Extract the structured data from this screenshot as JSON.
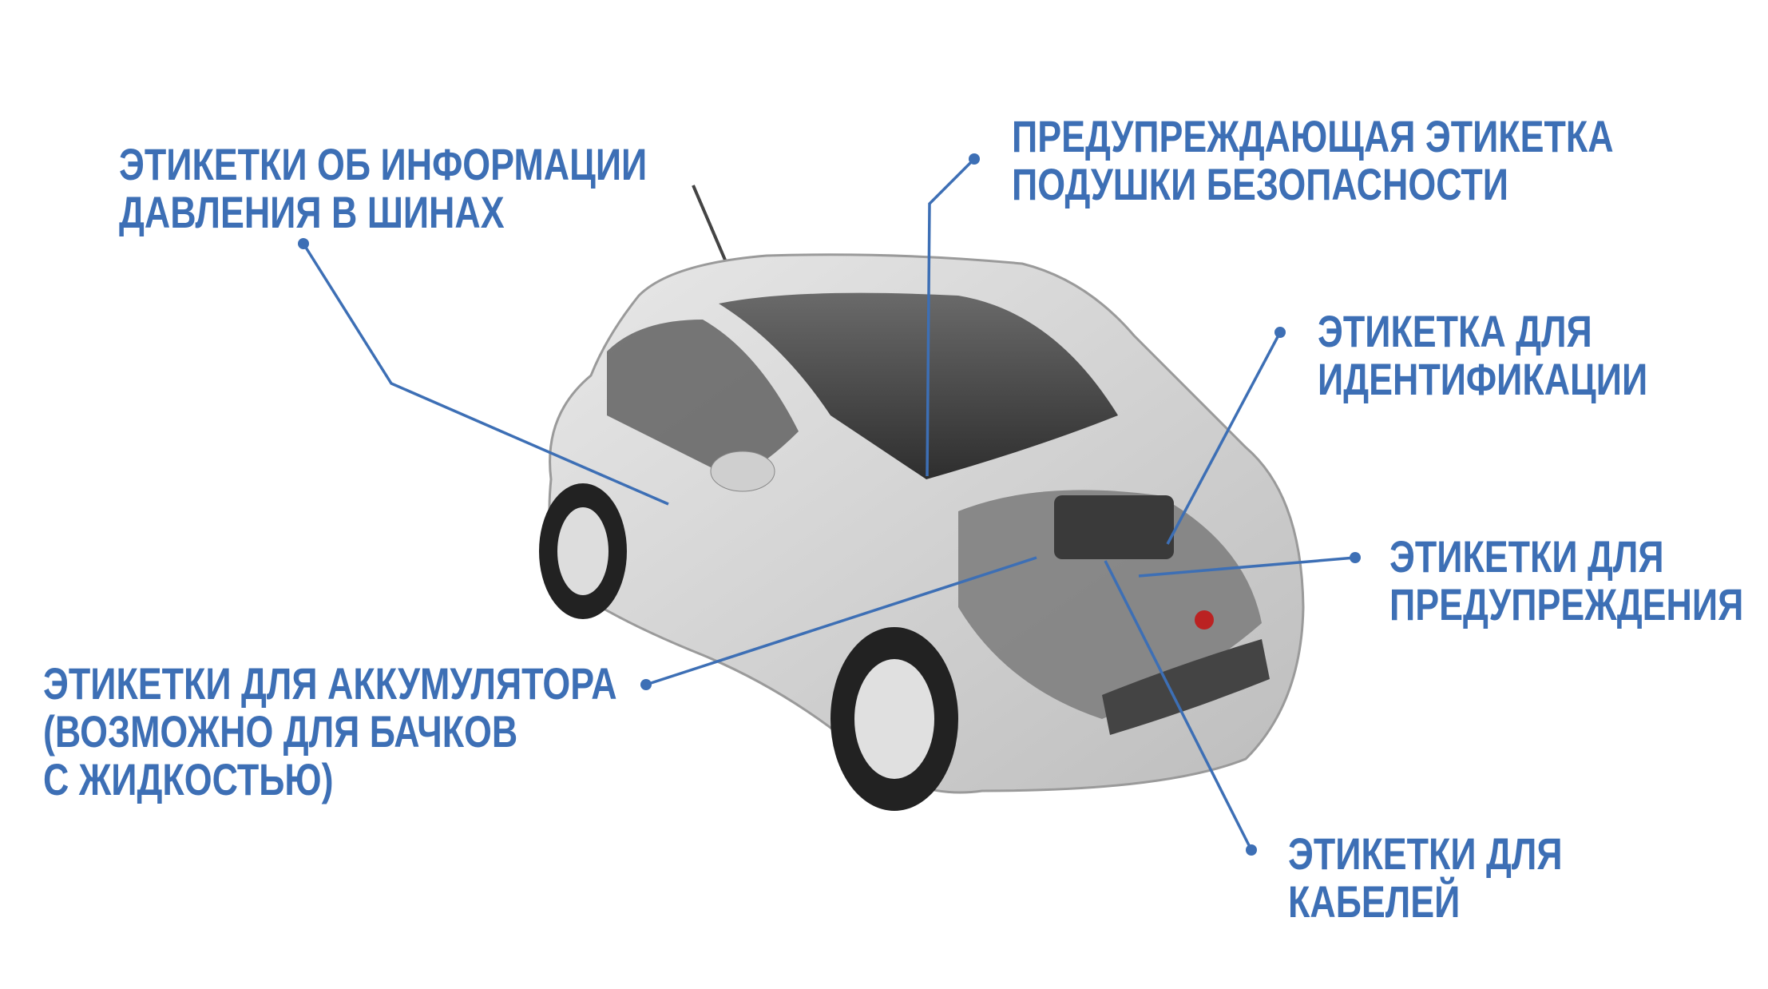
{
  "accent_color": "#3d6fb5",
  "image": {
    "subject": "car-cutaway-icon"
  },
  "callouts": [
    {
      "id": "tire-pressure",
      "lines": [
        "ЭТИКЕТКИ ОБ ИНФОРМАЦИИ",
        "ДАВЛЕНИЯ В ШИНАХ"
      ]
    },
    {
      "id": "airbag",
      "lines": [
        "ПРЕДУПРЕЖДАЮЩАЯ ЭТИКЕТКА",
        "ПОДУШКИ БЕЗОПАСНОСТИ"
      ]
    },
    {
      "id": "identification",
      "lines": [
        "ЭТИКЕТКА ДЛЯ",
        "ИДЕНТИФИКАЦИИ"
      ]
    },
    {
      "id": "warning",
      "lines": [
        "ЭТИКЕТКИ ДЛЯ",
        "ПРЕДУПРЕЖДЕНИЯ"
      ]
    },
    {
      "id": "battery",
      "lines": [
        "ЭТИКЕТКИ ДЛЯ АККУМУЛЯТОРА",
        "(ВОЗМОЖНО ДЛЯ БАЧКОВ",
        "С ЖИДКОСТЬЮ)"
      ]
    },
    {
      "id": "cables",
      "lines": [
        "ЭТИКЕТКИ ДЛЯ",
        "КАБЕЛЕЙ"
      ]
    }
  ]
}
